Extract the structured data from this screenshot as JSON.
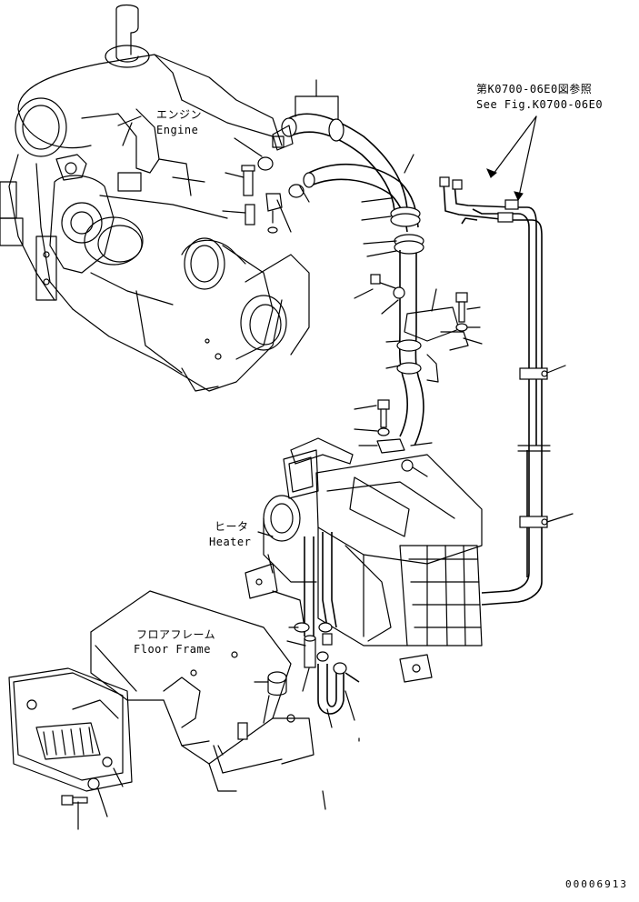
{
  "labels": {
    "engine_jp": "エンジン",
    "engine_en": "Engine",
    "ref_jp": "第K0700-06E0図参照",
    "ref_en": "See Fig.K0700-06E0",
    "heater_jp": "ヒータ",
    "heater_en": "Heater",
    "floor_jp": "フロアフレーム",
    "floor_en": "Floor Frame",
    "drawing_number": "00006913"
  }
}
